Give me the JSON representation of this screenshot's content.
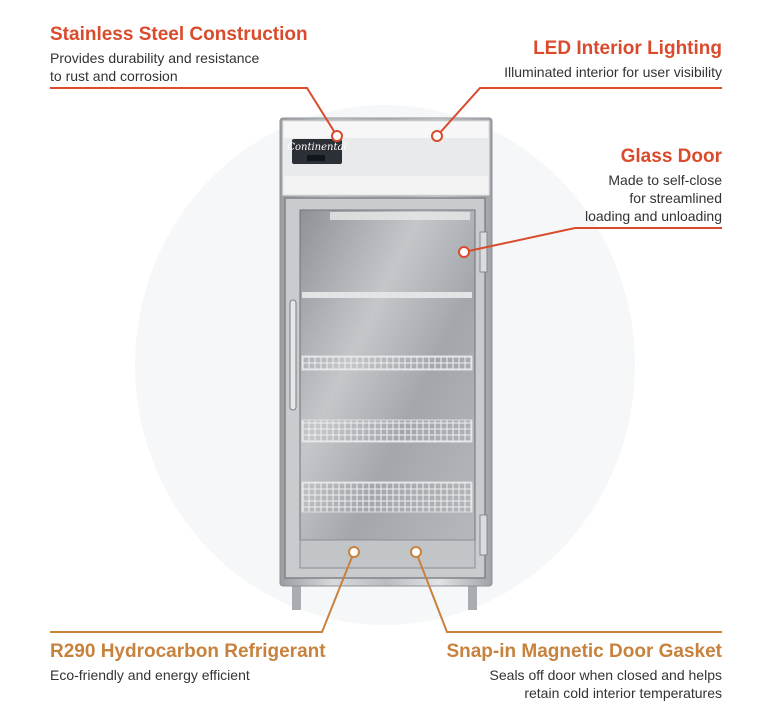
{
  "colors": {
    "red": "#d94b2c",
    "orange": "#c7823d",
    "text": "#333333"
  },
  "product": {
    "brand_logo": "Continental"
  },
  "callouts": [
    {
      "id": "stainless",
      "title": "Stainless Steel Construction",
      "desc": [
        "Provides durability and resistance",
        "to rust and corrosion"
      ],
      "color_key": "red"
    },
    {
      "id": "led",
      "title": "LED Interior Lighting",
      "desc": [
        "Illuminated interior for user visibility"
      ],
      "color_key": "red"
    },
    {
      "id": "glass",
      "title": "Glass Door",
      "desc": [
        "Made to self-close",
        "for streamlined",
        "loading and unloading"
      ],
      "color_key": "red"
    },
    {
      "id": "r290",
      "title": "R290 Hydrocarbon Refrigerant",
      "desc": [
        "Eco-friendly and energy efficient"
      ],
      "color_key": "orange"
    },
    {
      "id": "gasket",
      "title": "Snap-in Magnetic Door Gasket",
      "desc": [
        "Seals off door when closed and helps",
        "retain cold interior temperatures"
      ],
      "color_key": "orange"
    }
  ]
}
